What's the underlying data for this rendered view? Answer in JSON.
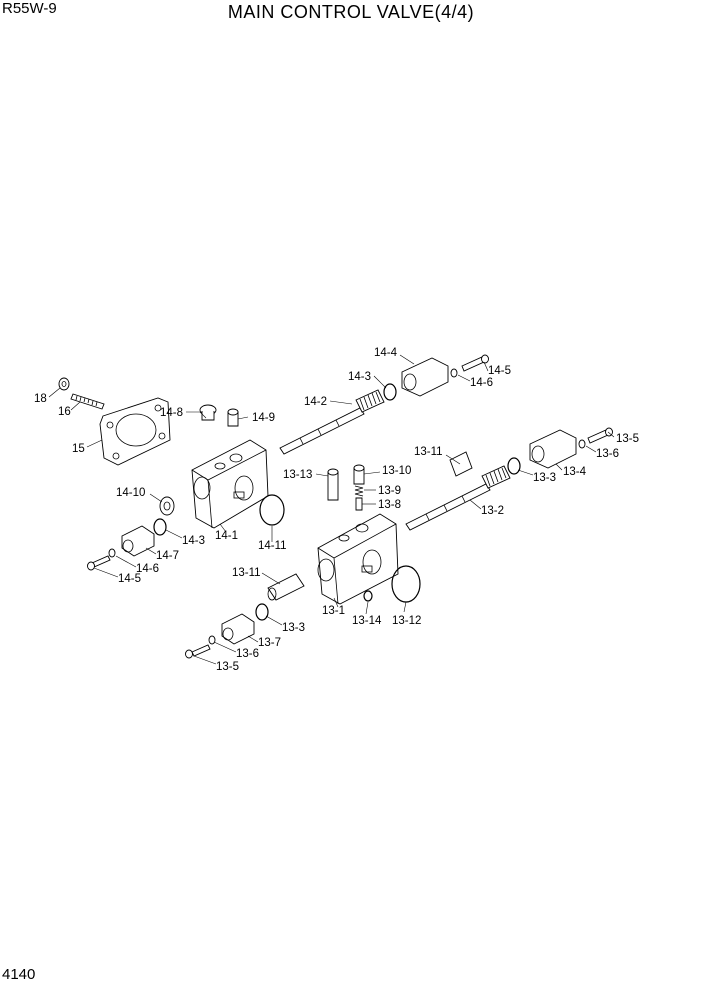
{
  "header": {
    "model": "R55W-9",
    "title": "MAIN CONTROL VALVE(4/4)"
  },
  "footer": {
    "page_number": "4140"
  },
  "callouts": [
    {
      "id": "c-18",
      "text": "18"
    },
    {
      "id": "c-16",
      "text": "16"
    },
    {
      "id": "c-15",
      "text": "15"
    },
    {
      "id": "c-14-8",
      "text": "14-8"
    },
    {
      "id": "c-14-9",
      "text": "14-9"
    },
    {
      "id": "c-14-10",
      "text": "14-10"
    },
    {
      "id": "c-14-3a",
      "text": "14-3"
    },
    {
      "id": "c-14-1",
      "text": "14-1"
    },
    {
      "id": "c-14-11",
      "text": "14-11"
    },
    {
      "id": "c-14-7",
      "text": "14-7"
    },
    {
      "id": "c-14-6a",
      "text": "14-6"
    },
    {
      "id": "c-14-5a",
      "text": "14-5"
    },
    {
      "id": "c-14-4",
      "text": "14-4"
    },
    {
      "id": "c-14-3b",
      "text": "14-3"
    },
    {
      "id": "c-14-5b",
      "text": "14-5"
    },
    {
      "id": "c-14-6b",
      "text": "14-6"
    },
    {
      "id": "c-14-2",
      "text": "14-2"
    },
    {
      "id": "c-13-13",
      "text": "13-13"
    },
    {
      "id": "c-13-10",
      "text": "13-10"
    },
    {
      "id": "c-13-9",
      "text": "13-9"
    },
    {
      "id": "c-13-8",
      "text": "13-8"
    },
    {
      "id": "c-13-11a",
      "text": "13-11"
    },
    {
      "id": "c-13-2",
      "text": "13-2"
    },
    {
      "id": "c-13-5a",
      "text": "13-5"
    },
    {
      "id": "c-13-6a",
      "text": "13-6"
    },
    {
      "id": "c-13-3a",
      "text": "13-3"
    },
    {
      "id": "c-13-4",
      "text": "13-4"
    },
    {
      "id": "c-13-11b",
      "text": "13-11"
    },
    {
      "id": "c-13-1",
      "text": "13-1"
    },
    {
      "id": "c-13-14",
      "text": "13-14"
    },
    {
      "id": "c-13-12",
      "text": "13-12"
    },
    {
      "id": "c-13-3b",
      "text": "13-3"
    },
    {
      "id": "c-13-7",
      "text": "13-7"
    },
    {
      "id": "c-13-6b",
      "text": "13-6"
    },
    {
      "id": "c-13-5b",
      "text": "13-5"
    }
  ]
}
